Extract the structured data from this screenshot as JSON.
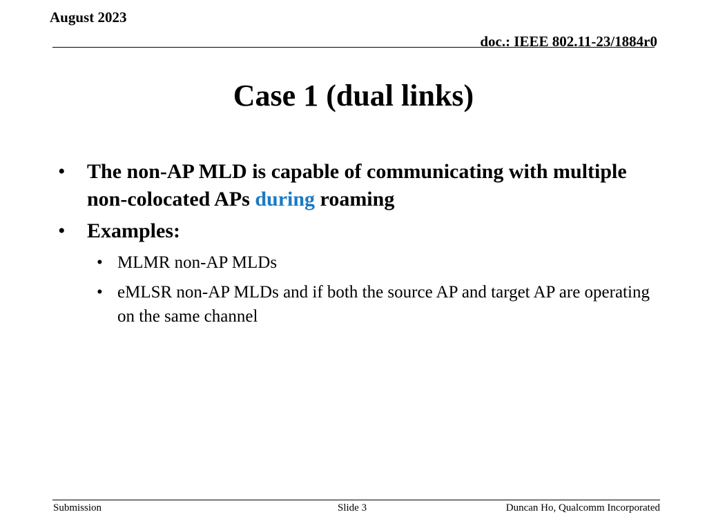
{
  "header": {
    "date": "August  2023",
    "doc": "doc.: IEEE 802.11-23/1884r0"
  },
  "title": "Case 1 (dual links)",
  "bullets": [
    {
      "glyph": "•",
      "text_before": "The non-AP MLD is capable of communicating with multiple non-colocated APs",
      "highlight": "during",
      "text_after": "roaming"
    },
    {
      "glyph": "•",
      "text": "Examples:",
      "sub_bullets": [
        {
          "glyph": "•",
          "text": "MLMR non-AP MLDs"
        },
        {
          "glyph": "•",
          "text": "eMLSR non-AP MLDs and if both the source AP and target AP are operating on the same channel"
        }
      ]
    }
  ],
  "footer": {
    "left": "Submission",
    "center": "Slide 3",
    "right": "Duncan Ho, Qualcomm Incorporated"
  },
  "colors": {
    "highlight": "#1a7ac4",
    "text": "#000000",
    "background": "#ffffff"
  }
}
